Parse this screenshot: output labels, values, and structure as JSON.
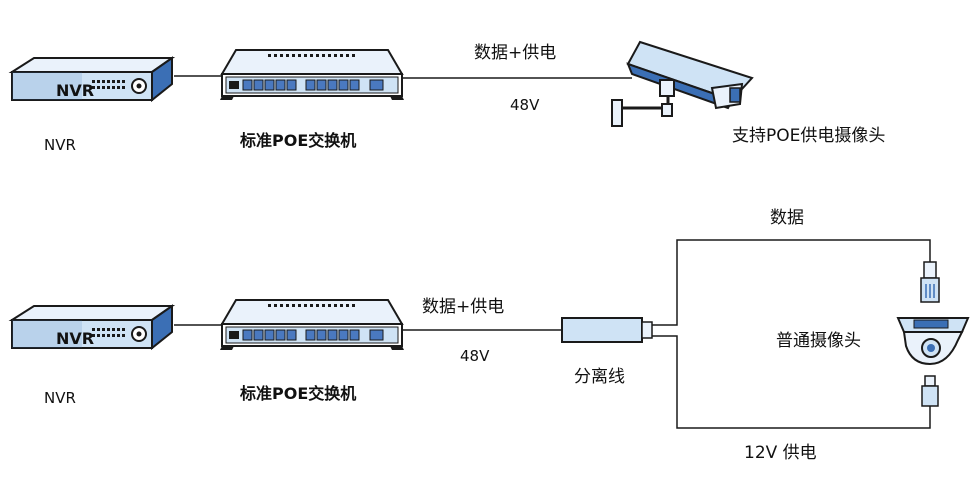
{
  "colors": {
    "device_face": "#cfe3f5",
    "device_dark": "#3b6fb5",
    "line": "#1a1a1a",
    "port": "#4a79c0"
  },
  "row1": {
    "nvr": {
      "device_text": "NVR",
      "label": "NVR"
    },
    "switch": {
      "label": "标准POE交换机"
    },
    "cable_top": "数据+供电",
    "cable_bottom": "48V",
    "camera": {
      "label": "支持POE供电摄像头",
      "icon": "bullet-camera-icon"
    }
  },
  "row2": {
    "nvr": {
      "device_text": "NVR",
      "label": "NVR"
    },
    "switch": {
      "label": "标准POE交换机"
    },
    "cable_top": "数据+供电",
    "cable_bottom": "48V",
    "splitter": {
      "label": "分离线"
    },
    "branch_data": "数据",
    "camera": {
      "label": "普通摄像头",
      "icon": "dome-camera-icon"
    },
    "branch_power": "12V 供电"
  }
}
